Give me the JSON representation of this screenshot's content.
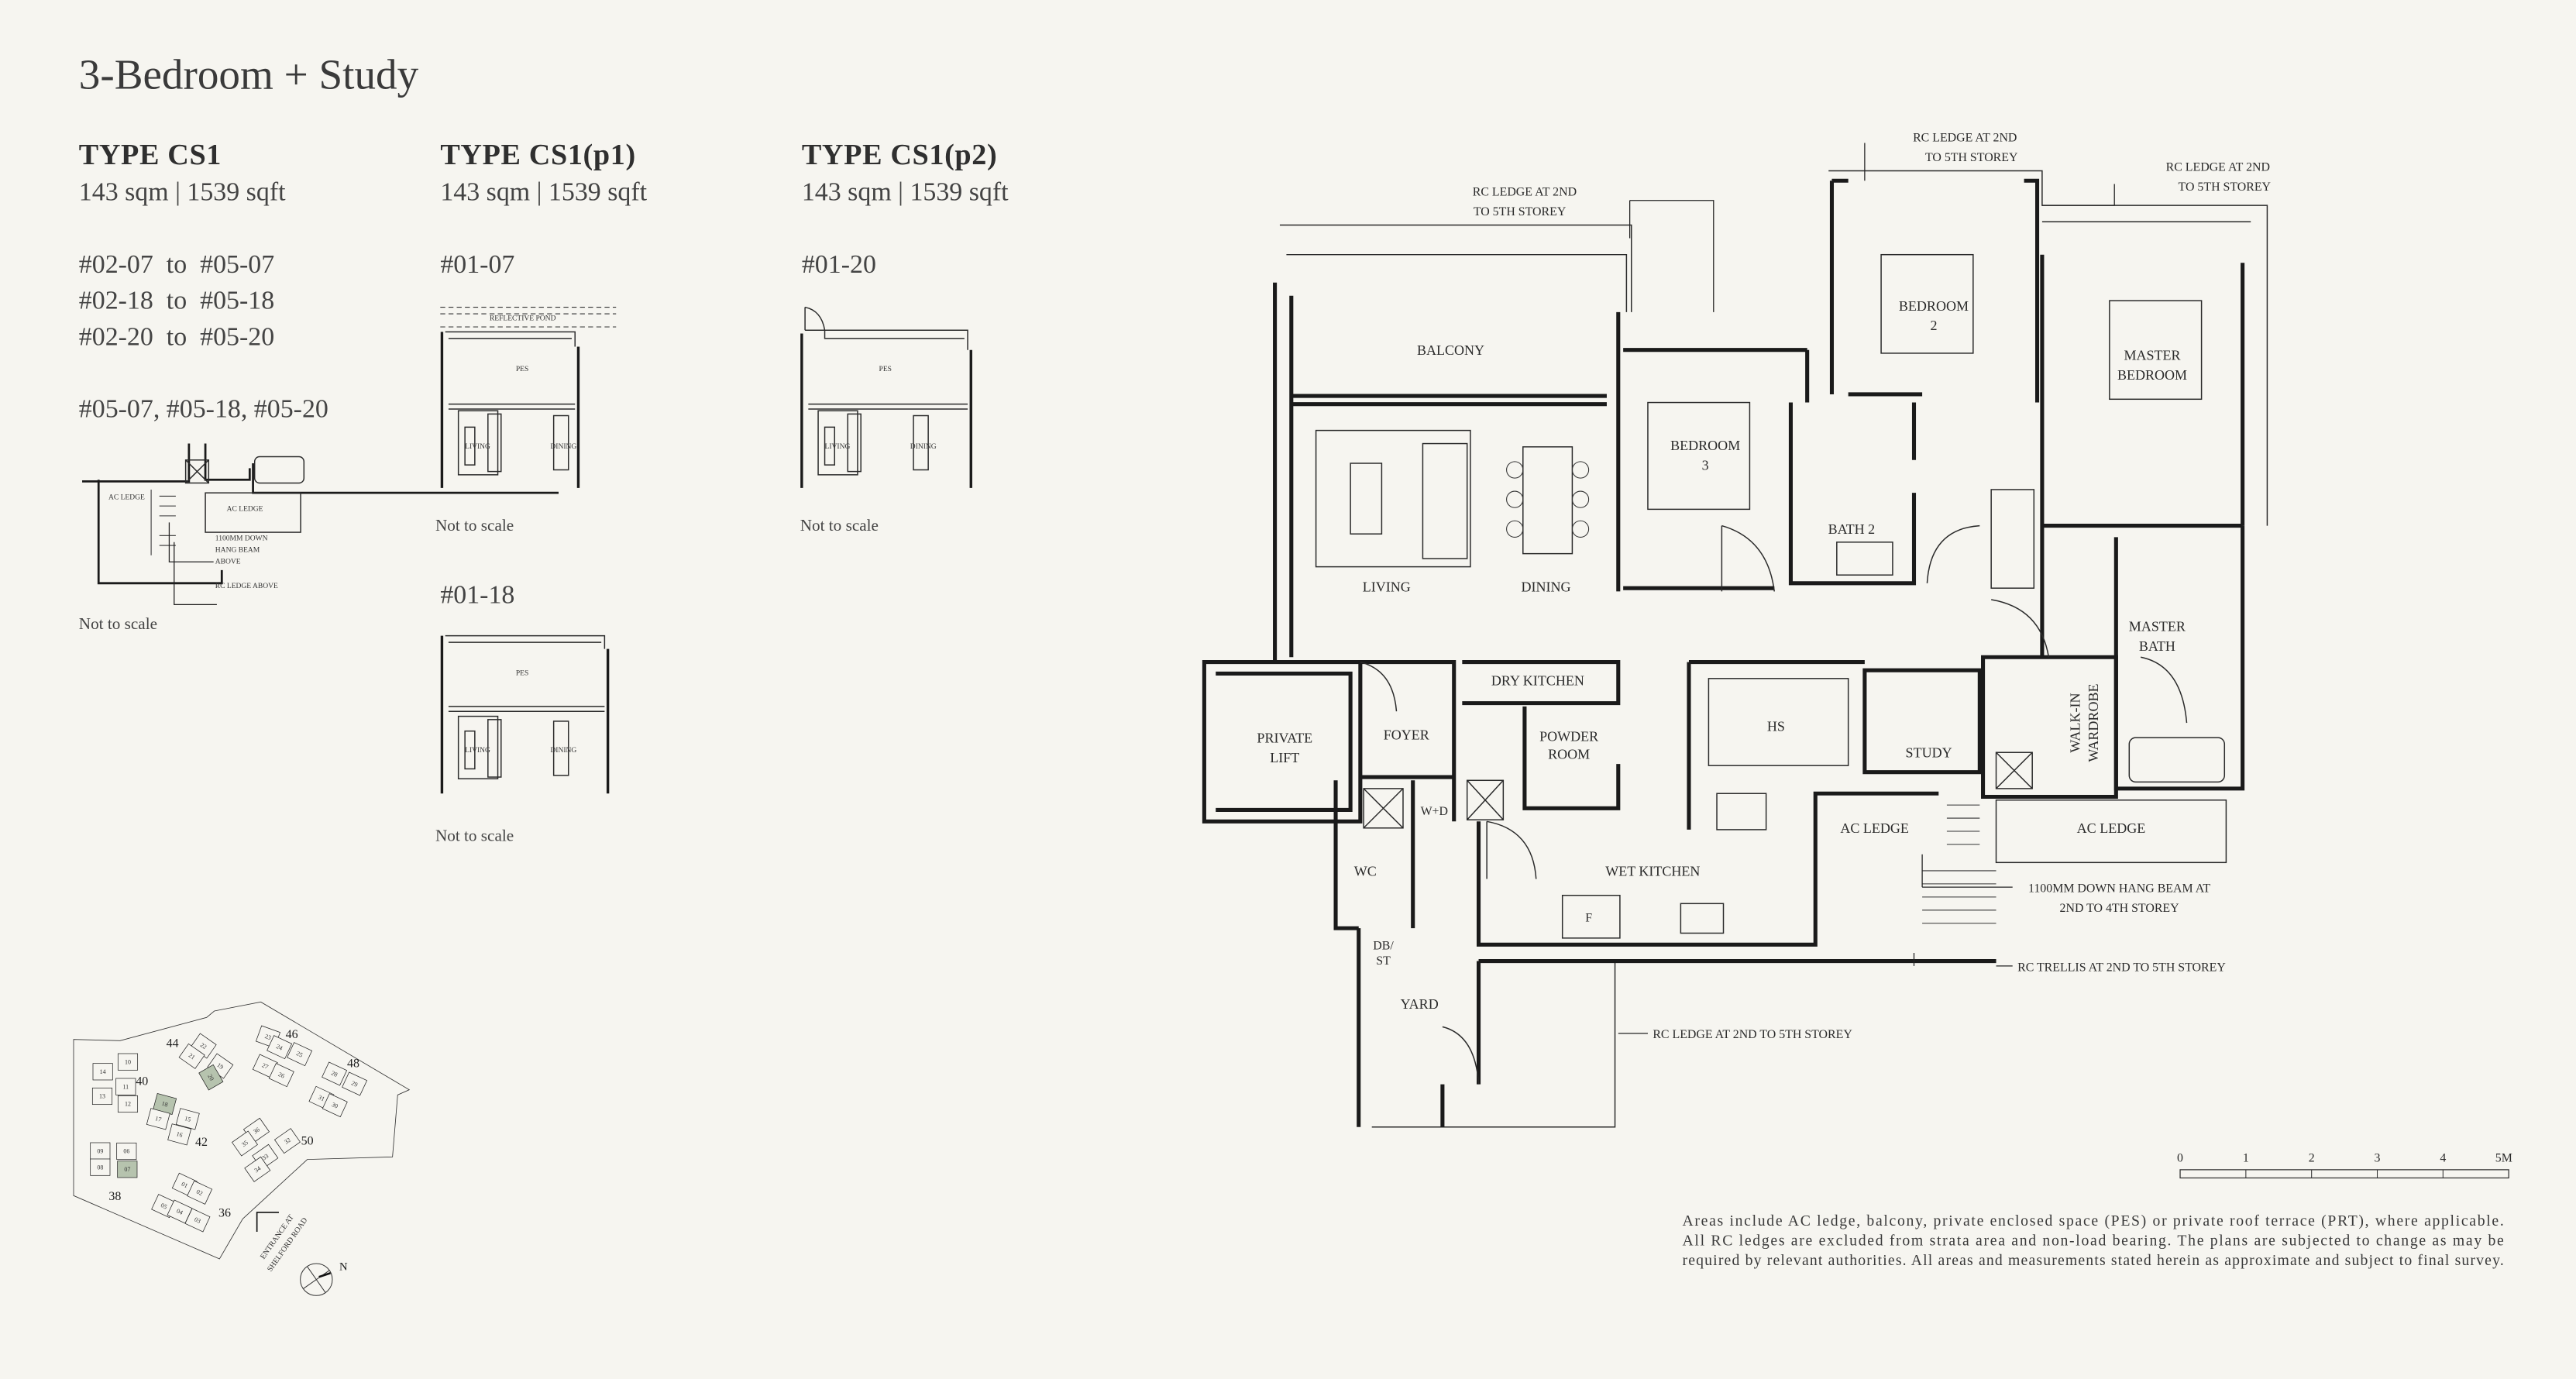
{
  "title": "3-Bedroom + Study",
  "types": [
    {
      "name": "TYPE CS1",
      "area": "143 sqm | 1539 sqft"
    },
    {
      "name": "TYPE CS1(p1)",
      "area": "143 sqm | 1539 sqft"
    },
    {
      "name": "TYPE CS1(p2)",
      "area": "143 sqm | 1539 sqft"
    }
  ],
  "cs1_units": [
    "#02-07  to  #05-07",
    "#02-18  to  #05-18",
    "#02-20  to  #05-20"
  ],
  "cs1_roof_units": "#05-07, #05-18, #05-20",
  "p1_units": [
    "#01-07",
    "#01-18"
  ],
  "p2_units": [
    "#01-20"
  ],
  "not_to_scale": "Not to scale",
  "mini_plan_labels": {
    "ac_ledge": "AC LEDGE",
    "beam": [
      "1100MM DOWN",
      "HANG BEAM",
      "ABOVE"
    ],
    "rc_ledge_above": "RC LEDGE ABOVE",
    "pes": "PES",
    "living": "LIVING",
    "dining": "DINING",
    "reflective_pond": "REFLECTIVE POND"
  },
  "plan": {
    "rc_ledge_2_5": [
      "RC LEDGE AT 2ND",
      "TO 5TH STOREY"
    ],
    "balcony": "BALCONY",
    "bedroom2": [
      "BEDROOM",
      "2"
    ],
    "master_bedroom": [
      "MASTER",
      "BEDROOM"
    ],
    "bedroom3": [
      "BEDROOM",
      "3"
    ],
    "bath2": "BATH 2",
    "living": "LIVING",
    "dining": "DINING",
    "dry_kitchen": "DRY KITCHEN",
    "private_lift": [
      "PRIVATE",
      "LIFT"
    ],
    "foyer": "FOYER",
    "powder_room": [
      "POWDER",
      "ROOM"
    ],
    "hs": "HS",
    "study": "STUDY",
    "master_bath": [
      "MASTER",
      "BATH"
    ],
    "walk_in_wardrobe": [
      "WALK-IN",
      "WARDROBE"
    ],
    "ac_ledge": "AC LEDGE",
    "wd": "W+D",
    "wc": "WC",
    "wet_kitchen": "WET KITCHEN",
    "fridge": "F",
    "dbst": [
      "DB/",
      "ST"
    ],
    "yard": "YARD",
    "hang_beam": [
      "1100MM DOWN HANG BEAM AT",
      "2ND TO 4TH STOREY"
    ],
    "rc_trellis": "RC TRELLIS AT 2ND TO 5TH STOREY",
    "rc_ledge_bottom": "RC LEDGE AT 2ND TO 5TH STOREY"
  },
  "scale_bar": {
    "ticks": [
      "0",
      "1",
      "2",
      "3",
      "4",
      "5M"
    ]
  },
  "note": [
    "Areas include AC ledge, balcony, private enclosed space (PES) or private roof terrace (PRT), where applicable.",
    "All RC ledges are excluded from strata area and non-load bearing. The plans are subjected to change as may be",
    "required by relevant authorities. All areas and measurements stated herein as approximate and subject to final survey."
  ],
  "site_plan": {
    "blocks": [
      "44",
      "46",
      "48",
      "40",
      "42",
      "50",
      "38",
      "36"
    ],
    "units": [
      "14",
      "10",
      "11",
      "13",
      "12",
      "09",
      "06",
      "08",
      "07",
      "22",
      "21",
      "19",
      "20",
      "18",
      "17",
      "15",
      "16",
      "23",
      "24",
      "25",
      "27",
      "26",
      "28",
      "29",
      "31",
      "30",
      "36",
      "35",
      "32",
      "33",
      "34",
      "01",
      "02",
      "05",
      "04",
      "03"
    ],
    "highlighted_units": [
      "07",
      "18",
      "20"
    ],
    "highlight_color": "#b6c3ae",
    "entrance": [
      "ENTRANCE AT",
      "SHELFORD ROAD"
    ],
    "north": "N"
  }
}
